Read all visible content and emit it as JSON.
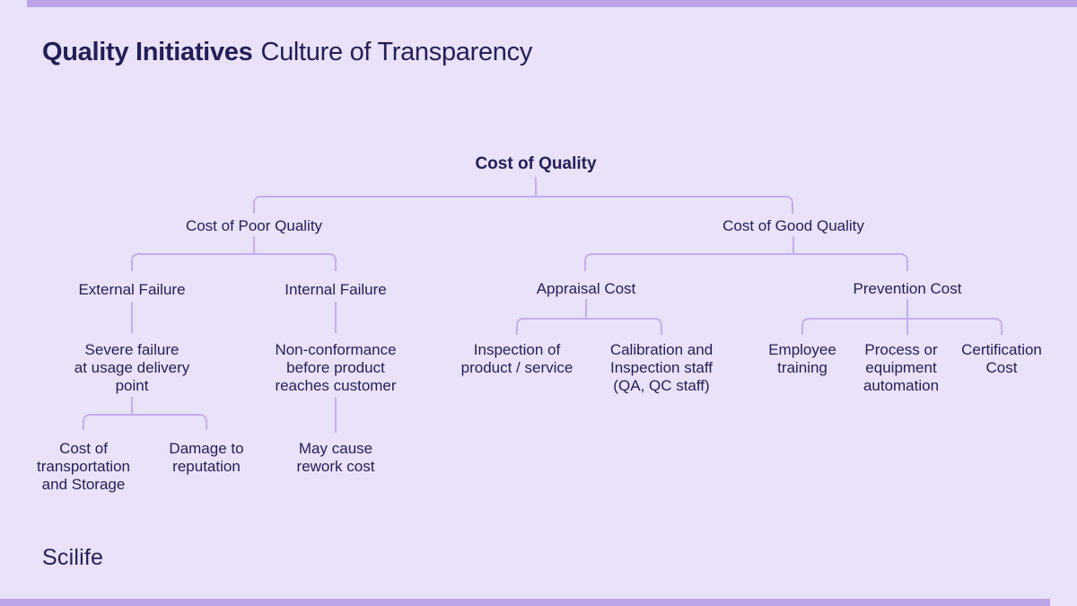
{
  "header": {
    "title_primary": "Quality Initiatives",
    "title_secondary": "Culture of Transparency"
  },
  "footer": {
    "logo_text": "Scilife"
  },
  "colors": {
    "background": "#e9e2f8",
    "band": "#bda4e8",
    "connector_line": "#c4adee",
    "text": "#241e57"
  },
  "tree": {
    "nodes": [
      {
        "id": "root",
        "label": "Cost of Quality",
        "children": [
          "poor",
          "good"
        ]
      },
      {
        "id": "poor",
        "label": "Cost of Poor Quality",
        "children": [
          "external",
          "internal"
        ]
      },
      {
        "id": "good",
        "label": "Cost of Good Quality",
        "children": [
          "appraisal",
          "prevention"
        ]
      },
      {
        "id": "external",
        "label": "External Failure",
        "children": [
          "severe"
        ]
      },
      {
        "id": "internal",
        "label": "Internal Failure",
        "children": [
          "nonconf"
        ]
      },
      {
        "id": "appraisal",
        "label": "Appraisal Cost",
        "children": [
          "inspection",
          "calibration"
        ]
      },
      {
        "id": "prevention",
        "label": "Prevention Cost",
        "children": [
          "employee",
          "process",
          "certification"
        ]
      },
      {
        "id": "severe",
        "label": "Severe failure\nat usage delivery\npoint",
        "children": [
          "costtrans",
          "damage"
        ]
      },
      {
        "id": "nonconf",
        "label": "Non-conformance\nbefore product\nreaches customer",
        "children": [
          "maycause"
        ]
      },
      {
        "id": "inspection",
        "label": "Inspection of\nproduct / service",
        "children": []
      },
      {
        "id": "calibration",
        "label": "Calibration and\nInspection staff\n(QA, QC staff)",
        "children": []
      },
      {
        "id": "employee",
        "label": "Employee\ntraining",
        "children": []
      },
      {
        "id": "process",
        "label": "Process or\nequipment\nautomation",
        "children": []
      },
      {
        "id": "certification",
        "label": "Certification\nCost",
        "children": []
      },
      {
        "id": "costtrans",
        "label": "Cost of\ntransportation\nand Storage",
        "children": []
      },
      {
        "id": "damage",
        "label": "Damage to\nreputation",
        "children": []
      },
      {
        "id": "maycause",
        "label": "May cause\nrework cost",
        "children": []
      }
    ]
  }
}
